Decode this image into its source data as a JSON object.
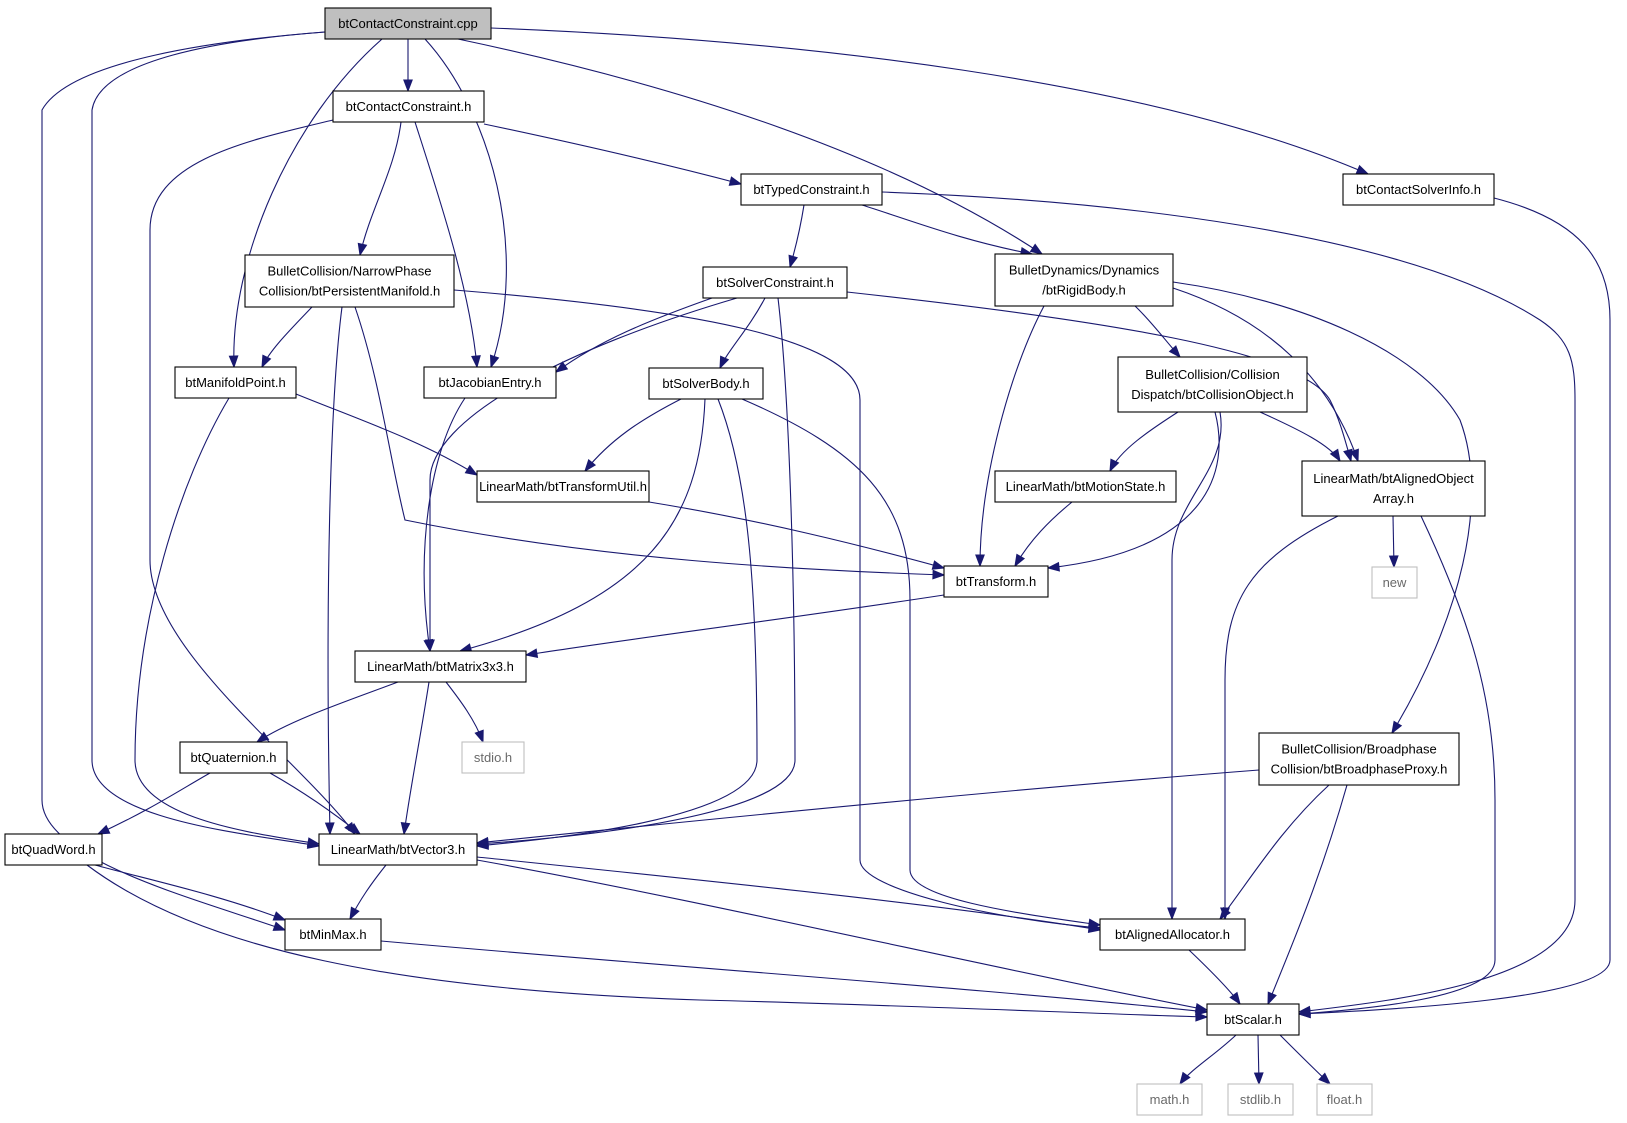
{
  "graph": {
    "nodes": [
      {
        "id": "root",
        "lines": [
          "btContactConstraint.cpp"
        ],
        "style": "root"
      },
      {
        "id": "cch",
        "lines": [
          "btContactConstraint.h"
        ]
      },
      {
        "id": "csi",
        "lines": [
          "btContactSolverInfo.h"
        ]
      },
      {
        "id": "tc",
        "lines": [
          "btTypedConstraint.h"
        ]
      },
      {
        "id": "pm",
        "lines": [
          "BulletCollision/NarrowPhase",
          "Collision/btPersistentManifold.h"
        ]
      },
      {
        "id": "sc",
        "lines": [
          "btSolverConstraint.h"
        ]
      },
      {
        "id": "rb",
        "lines": [
          "BulletDynamics/Dynamics",
          "/btRigidBody.h"
        ]
      },
      {
        "id": "mp",
        "lines": [
          "btManifoldPoint.h"
        ]
      },
      {
        "id": "je",
        "lines": [
          "btJacobianEntry.h"
        ]
      },
      {
        "id": "sb",
        "lines": [
          "btSolverBody.h"
        ]
      },
      {
        "id": "co",
        "lines": [
          "BulletCollision/Collision",
          "Dispatch/btCollisionObject.h"
        ]
      },
      {
        "id": "tu",
        "lines": [
          "LinearMath/btTransformUtil.h"
        ]
      },
      {
        "id": "ms",
        "lines": [
          "LinearMath/btMotionState.h"
        ]
      },
      {
        "id": "aoa",
        "lines": [
          "LinearMath/btAlignedObject",
          "Array.h"
        ]
      },
      {
        "id": "tr",
        "lines": [
          "btTransform.h"
        ]
      },
      {
        "id": "new",
        "lines": [
          "new"
        ],
        "style": "ext"
      },
      {
        "id": "m33",
        "lines": [
          "LinearMath/btMatrix3x3.h"
        ]
      },
      {
        "id": "bp",
        "lines": [
          "BulletCollision/Broadphase",
          "Collision/btBroadphaseProxy.h"
        ]
      },
      {
        "id": "q",
        "lines": [
          "btQuaternion.h"
        ]
      },
      {
        "id": "stdio",
        "lines": [
          "stdio.h"
        ],
        "style": "ext"
      },
      {
        "id": "qw",
        "lines": [
          "btQuadWord.h"
        ]
      },
      {
        "id": "v3",
        "lines": [
          "LinearMath/btVector3.h"
        ]
      },
      {
        "id": "mm",
        "lines": [
          "btMinMax.h"
        ]
      },
      {
        "id": "aa",
        "lines": [
          "btAlignedAllocator.h"
        ]
      },
      {
        "id": "sc2",
        "lines": [
          "btScalar.h"
        ]
      },
      {
        "id": "math",
        "lines": [
          "math.h"
        ],
        "style": "ext"
      },
      {
        "id": "stdlib",
        "lines": [
          "stdlib.h"
        ],
        "style": "ext"
      },
      {
        "id": "float",
        "lines": [
          "float.h"
        ],
        "style": "ext"
      }
    ],
    "edges": [
      [
        "root",
        "cch"
      ],
      [
        "root",
        "csi"
      ],
      [
        "root",
        "rb"
      ],
      [
        "root",
        "je"
      ],
      [
        "root",
        "mp"
      ],
      [
        "root",
        "v3"
      ],
      [
        "root",
        "mm"
      ],
      [
        "cch",
        "tc"
      ],
      [
        "cch",
        "pm"
      ],
      [
        "cch",
        "je"
      ],
      [
        "cch",
        "v3"
      ],
      [
        "csi",
        "sc2"
      ],
      [
        "tc",
        "sc"
      ],
      [
        "tc",
        "rb"
      ],
      [
        "tc",
        "sc2"
      ],
      [
        "pm",
        "mp"
      ],
      [
        "pm",
        "v3"
      ],
      [
        "pm",
        "tr"
      ],
      [
        "pm",
        "aa"
      ],
      [
        "sc",
        "je"
      ],
      [
        "sc",
        "sb"
      ],
      [
        "sc",
        "m33"
      ],
      [
        "sc",
        "v3"
      ],
      [
        "sc",
        "aoa"
      ],
      [
        "rb",
        "co"
      ],
      [
        "rb",
        "aoa"
      ],
      [
        "rb",
        "tr"
      ],
      [
        "rb",
        "bp"
      ],
      [
        "mp",
        "tu"
      ],
      [
        "mp",
        "v3"
      ],
      [
        "je",
        "m33"
      ],
      [
        "sb",
        "tu"
      ],
      [
        "sb",
        "m33"
      ],
      [
        "sb",
        "v3"
      ],
      [
        "sb",
        "aa"
      ],
      [
        "co",
        "ms"
      ],
      [
        "co",
        "aoa"
      ],
      [
        "co",
        "tr"
      ],
      [
        "co",
        "aa"
      ],
      [
        "tu",
        "tr"
      ],
      [
        "ms",
        "tr"
      ],
      [
        "aoa",
        "new"
      ],
      [
        "aoa",
        "aa"
      ],
      [
        "aoa",
        "sc2"
      ],
      [
        "tr",
        "m33"
      ],
      [
        "m33",
        "q"
      ],
      [
        "m33",
        "stdio"
      ],
      [
        "m33",
        "v3"
      ],
      [
        "bp",
        "v3"
      ],
      [
        "bp",
        "aa"
      ],
      [
        "bp",
        "sc2"
      ],
      [
        "q",
        "qw"
      ],
      [
        "q",
        "v3"
      ],
      [
        "qw",
        "mm"
      ],
      [
        "qw",
        "sc2"
      ],
      [
        "v3",
        "mm"
      ],
      [
        "v3",
        "aa"
      ],
      [
        "v3",
        "sc2"
      ],
      [
        "mm",
        "sc2"
      ],
      [
        "aa",
        "sc2"
      ],
      [
        "sc2",
        "math"
      ],
      [
        "sc2",
        "stdlib"
      ],
      [
        "sc2",
        "float"
      ]
    ]
  }
}
